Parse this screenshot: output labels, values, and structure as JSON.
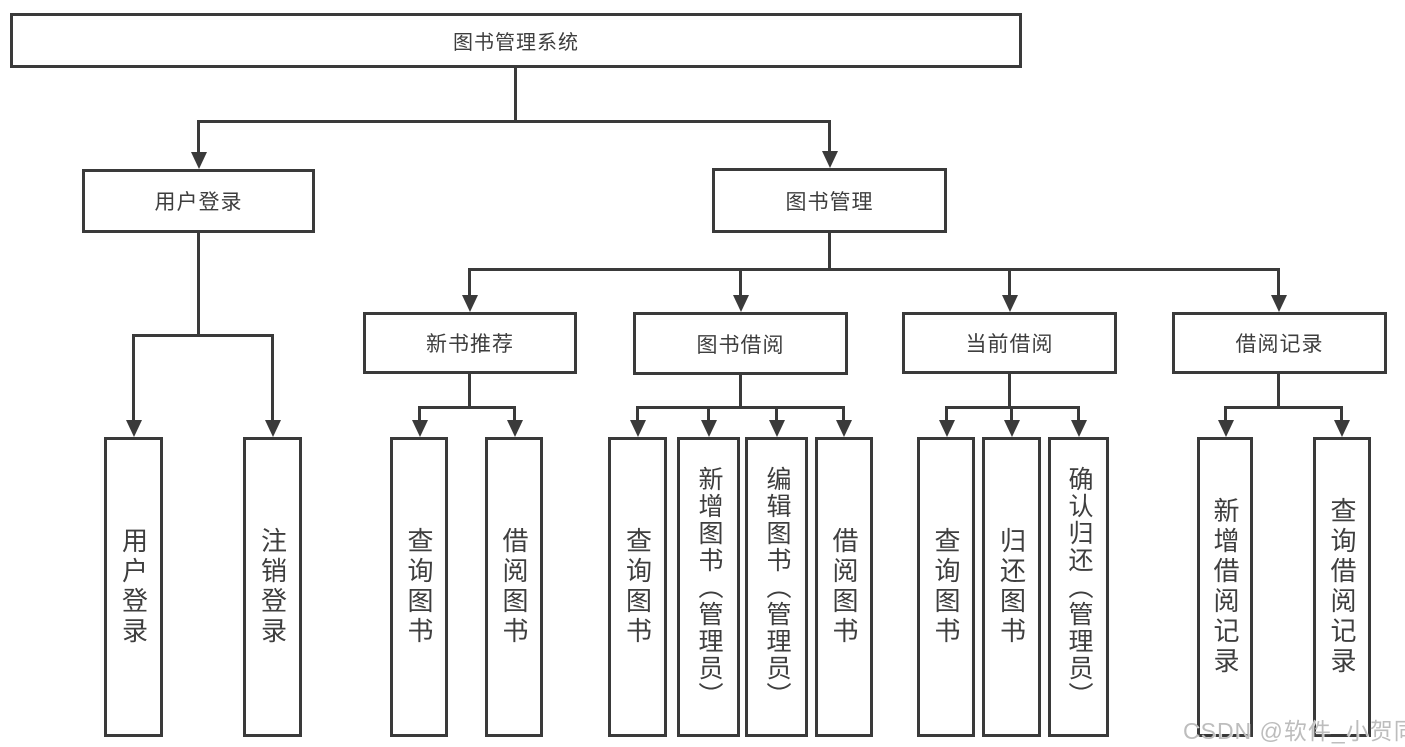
{
  "diagram_type": "hierarchy-tree",
  "root": {
    "label": "图书管理系统"
  },
  "level2": {
    "user_login": {
      "label": "用户登录"
    },
    "book_management": {
      "label": "图书管理"
    }
  },
  "level3": {
    "new_book_recommend": {
      "label": "新书推荐"
    },
    "book_borrow": {
      "label": "图书借阅"
    },
    "current_borrow": {
      "label": "当前借阅"
    },
    "borrow_record": {
      "label": "借阅记录"
    }
  },
  "leaves": {
    "user_login_leaf": {
      "label": "用户登录"
    },
    "logout_leaf": {
      "label": "注销登录"
    },
    "nb_query_book": {
      "label": "查询图书"
    },
    "nb_borrow_book": {
      "label": "借阅图书"
    },
    "bb_query_book": {
      "label": "查询图书"
    },
    "bb_add_book": {
      "label": "新增图书（管理员）"
    },
    "bb_edit_book": {
      "label": "编辑图书（管理员）"
    },
    "bb_borrow_book": {
      "label": "借阅图书"
    },
    "cb_query_book": {
      "label": "查询图书"
    },
    "cb_return_book": {
      "label": "归还图书"
    },
    "cb_confirm_return": {
      "label": "确认归还（管理员）"
    },
    "br_add_record": {
      "label": "新增借阅记录"
    },
    "br_query_record": {
      "label": "查询借阅记录"
    }
  },
  "watermark": {
    "text": "CSDN @软件_小贺同学"
  },
  "colors": {
    "line": "#3a3a3a",
    "text": "#3e3e3e",
    "watermark": "#bdbdbd",
    "background": "#ffffff"
  }
}
